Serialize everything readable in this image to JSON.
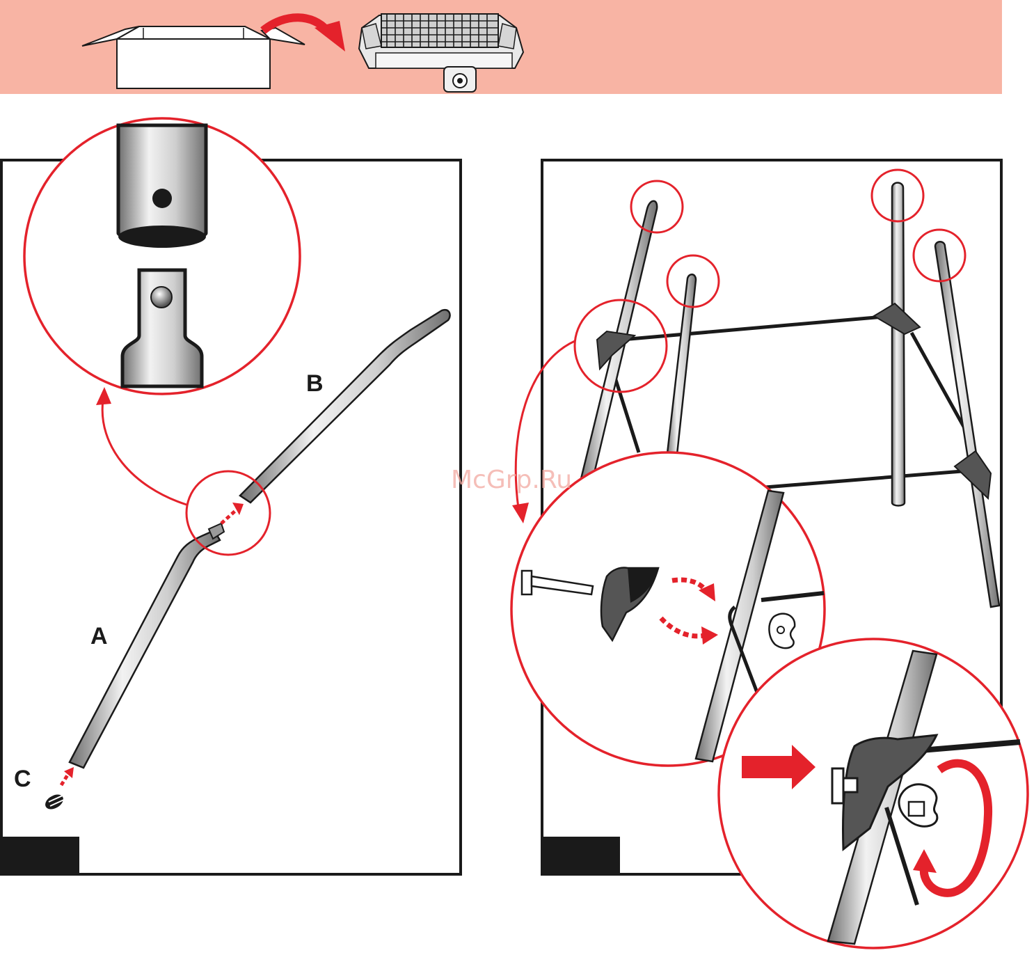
{
  "labels": {
    "part_a": "A",
    "part_b": "B",
    "part_c": "C"
  },
  "watermark": "McGrp.Ru",
  "colors": {
    "banner": "#f8b4a4",
    "accent_red": "#e4222b",
    "frame": "#1a1a1a",
    "tube_light": "#e6e6e6",
    "tube_dark": "#7a7a7a",
    "bracket": "#555555"
  },
  "icons": {
    "box": "open-box-icon",
    "grill": "grill-icon",
    "arrow": "curved-arrow-icon"
  }
}
